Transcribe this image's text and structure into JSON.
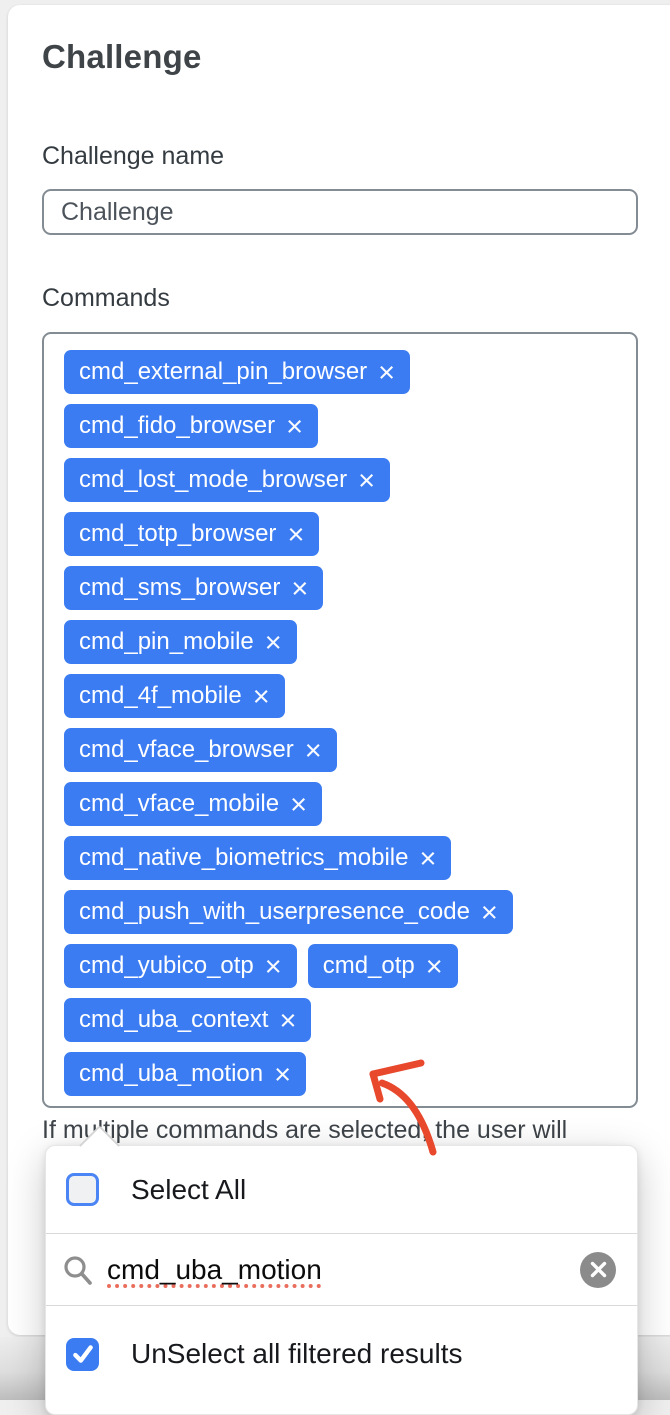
{
  "form": {
    "title": "Challenge",
    "name_field": {
      "label": "Challenge name",
      "value": "Challenge"
    },
    "commands_field": {
      "label": "Commands",
      "remove_icon": "×",
      "tag_rows": [
        [
          "cmd_external_pin_browser"
        ],
        [
          "cmd_fido_browser"
        ],
        [
          "cmd_lost_mode_browser"
        ],
        [
          "cmd_totp_browser"
        ],
        [
          "cmd_sms_browser"
        ],
        [
          "cmd_pin_mobile"
        ],
        [
          "cmd_4f_mobile"
        ],
        [
          "cmd_vface_browser"
        ],
        [
          "cmd_vface_mobile"
        ],
        [
          "cmd_native_biometrics_mobile"
        ],
        [
          "cmd_push_with_userpresence_code"
        ],
        [
          "cmd_yubico_otp",
          "cmd_otp"
        ],
        [
          "cmd_uba_context"
        ],
        [
          "cmd_uba_motion"
        ]
      ]
    },
    "helper_text": "If multiple commands are selected, the user will"
  },
  "dropdown": {
    "select_all": {
      "label": "Select All",
      "checked": false
    },
    "search": {
      "value": "cmd_uba_motion"
    },
    "unselect_filtered": {
      "label": "UnSelect all filtered results",
      "checked": true
    }
  },
  "colors": {
    "tag_blue": "#3b7cf3",
    "checkbox_border_blue": "#4a84f5",
    "annotation_red": "#e8482c",
    "input_border_gray": "#848c93",
    "clear_button_gray": "#8b8b8b"
  }
}
